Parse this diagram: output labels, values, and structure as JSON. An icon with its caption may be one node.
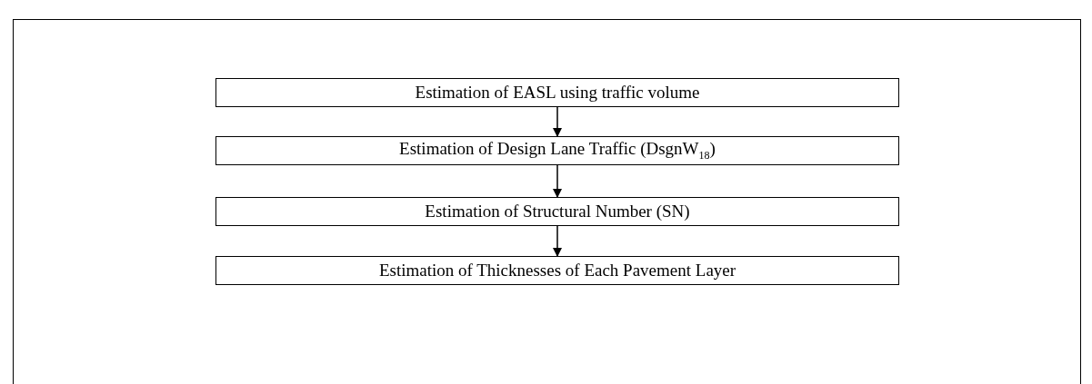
{
  "diagram": {
    "nodes": [
      {
        "text": [
          "Estimation of EASL using traffic volume"
        ]
      },
      {
        "text": [
          "Estimation of Design Lane Traffic (DsgnW$_{18}$)"
        ]
      },
      {
        "text": [
          "Estimation of Structural Number (SN)"
        ]
      },
      {
        "text": [
          "Estimation of Thicknesses of Each Pavement Layer"
        ]
      }
    ],
    "edges": [
      {
        "from": 0,
        "to": 1,
        "arrow": "to"
      },
      {
        "from": 1,
        "to": 2,
        "arrow": "to"
      },
      {
        "from": 2,
        "to": 3,
        "arrow": "to"
      }
    ]
  }
}
